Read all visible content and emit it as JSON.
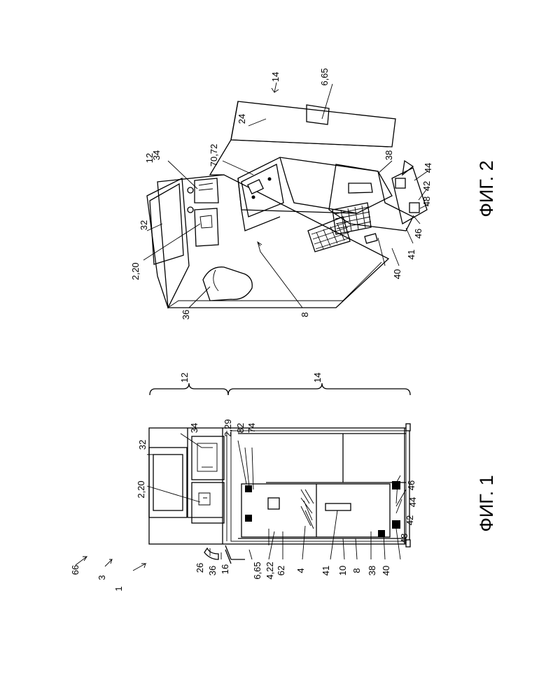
{
  "figure_1": {
    "caption": "ФИГ. 1",
    "labels": [
      "66",
      "3",
      "1",
      "26",
      "36",
      "16",
      "6,65",
      "4,22",
      "62",
      "4",
      "41",
      "10",
      "8",
      "38",
      "40",
      "48",
      "42",
      "44",
      "46",
      "2,20",
      "32",
      "34",
      "2,29",
      "82",
      "74",
      "12",
      "14"
    ]
  },
  "figure_2": {
    "caption": "ФИГ. 2",
    "labels": [
      "14",
      "6,65",
      "24",
      "70,72",
      "34",
      "12",
      "32",
      "2,20",
      "36",
      "8",
      "38",
      "44",
      "42",
      "48",
      "46",
      "41",
      "40"
    ]
  }
}
